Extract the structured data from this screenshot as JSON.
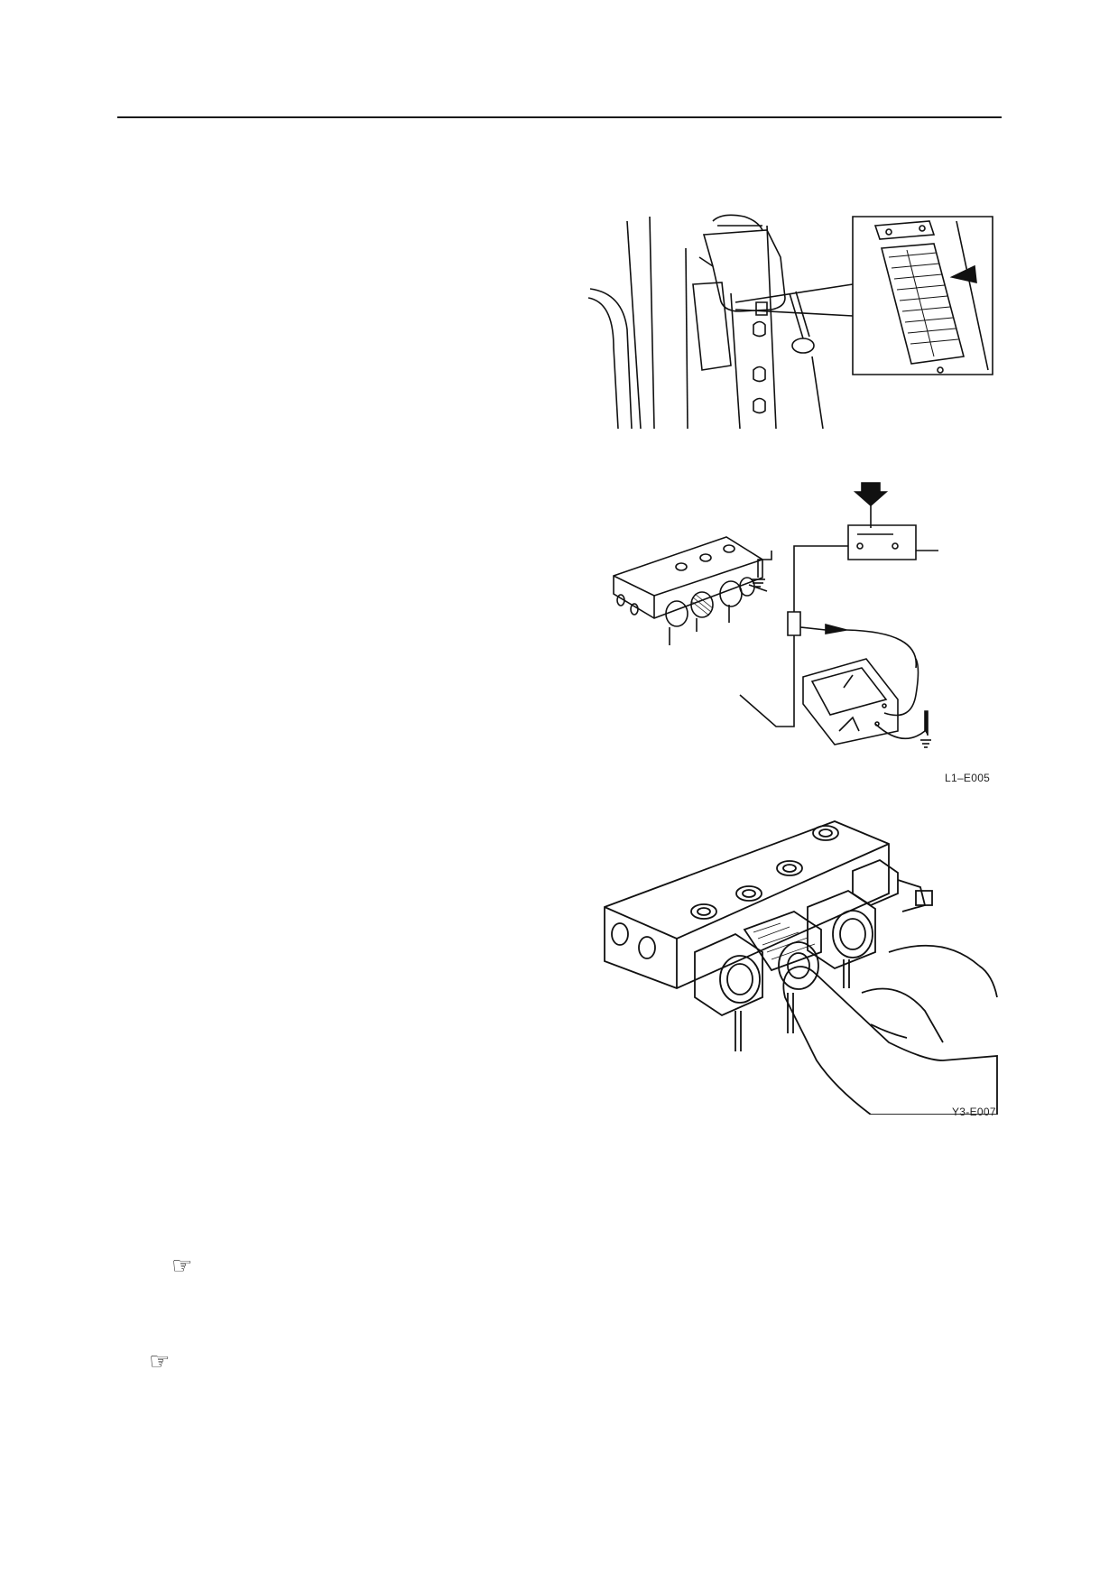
{
  "figures": [
    {
      "id": "fuse-box",
      "caption": ""
    },
    {
      "id": "sensor-test",
      "caption": "L1–E005"
    },
    {
      "id": "sensor-press",
      "caption": "Y3-E007"
    }
  ],
  "notes": [
    {
      "icon": "pointing-hand-icon",
      "glyph": "☞"
    },
    {
      "icon": "pointing-hand-icon",
      "glyph": "☞"
    }
  ]
}
